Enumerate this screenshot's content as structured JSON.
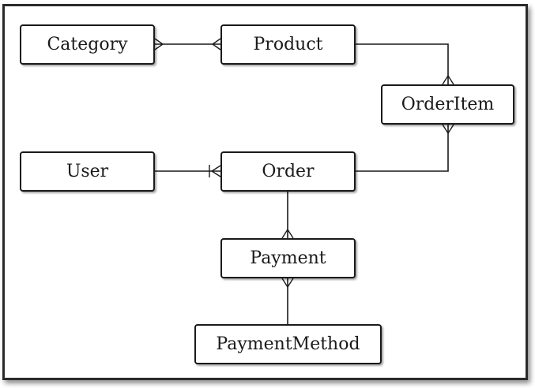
{
  "entities": {
    "category": "Category",
    "product": "Product",
    "orderitem": "OrderItem",
    "user": "User",
    "order": "Order",
    "payment": "Payment",
    "paymentmethod": "PaymentMethod"
  },
  "relationships": [
    {
      "from": "Category",
      "to": "Product",
      "from_end": "many",
      "to_end": "many"
    },
    {
      "from": "Product",
      "to": "OrderItem",
      "from_end": "none",
      "to_end": "many"
    },
    {
      "from": "User",
      "to": "Order",
      "from_end": "none",
      "to_end": "one-or-many"
    },
    {
      "from": "Order",
      "to": "OrderItem",
      "from_end": "none",
      "to_end": "many"
    },
    {
      "from": "Order",
      "to": "Payment",
      "from_end": "none",
      "to_end": "many"
    },
    {
      "from": "Payment",
      "to": "PaymentMethod",
      "from_end": "many",
      "to_end": "none"
    }
  ],
  "colors": {
    "line": "#1a1a1a",
    "box_fill": "#ffffff",
    "frame_border": "#2a2a2a"
  }
}
